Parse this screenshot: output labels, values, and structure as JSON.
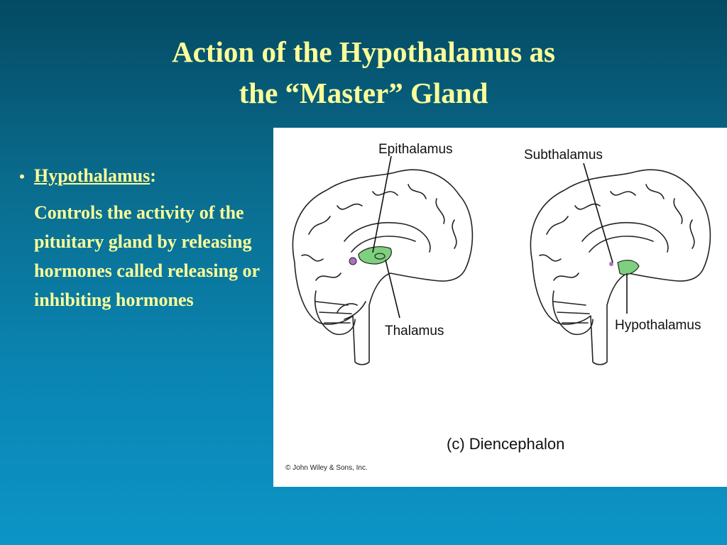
{
  "slide": {
    "title_line1": "Action of the Hypothalamus as",
    "title_line2": "the “Master” Gland",
    "bullet": {
      "marker": "•",
      "term": "Hypothalamus",
      "term_suffix": ":",
      "description": "Controls the activity of the pituitary gland by releasing hormones called releasing or inhibiting hormones"
    },
    "colors": {
      "text": "#ffff99",
      "background_top": "#044a63",
      "background_bottom": "#0c94c6"
    }
  },
  "figure": {
    "labels": {
      "epithalamus": "Epithalamus",
      "subthalamus": "Subthalamus",
      "thalamus": "Thalamus",
      "hypothalamus": "Hypothalamus"
    },
    "caption": "(c) Diencephalon",
    "copyright": "© John Wiley & Sons, Inc.",
    "highlight_colors": {
      "green": "#7ed07e",
      "purple": "#b070c0"
    }
  }
}
